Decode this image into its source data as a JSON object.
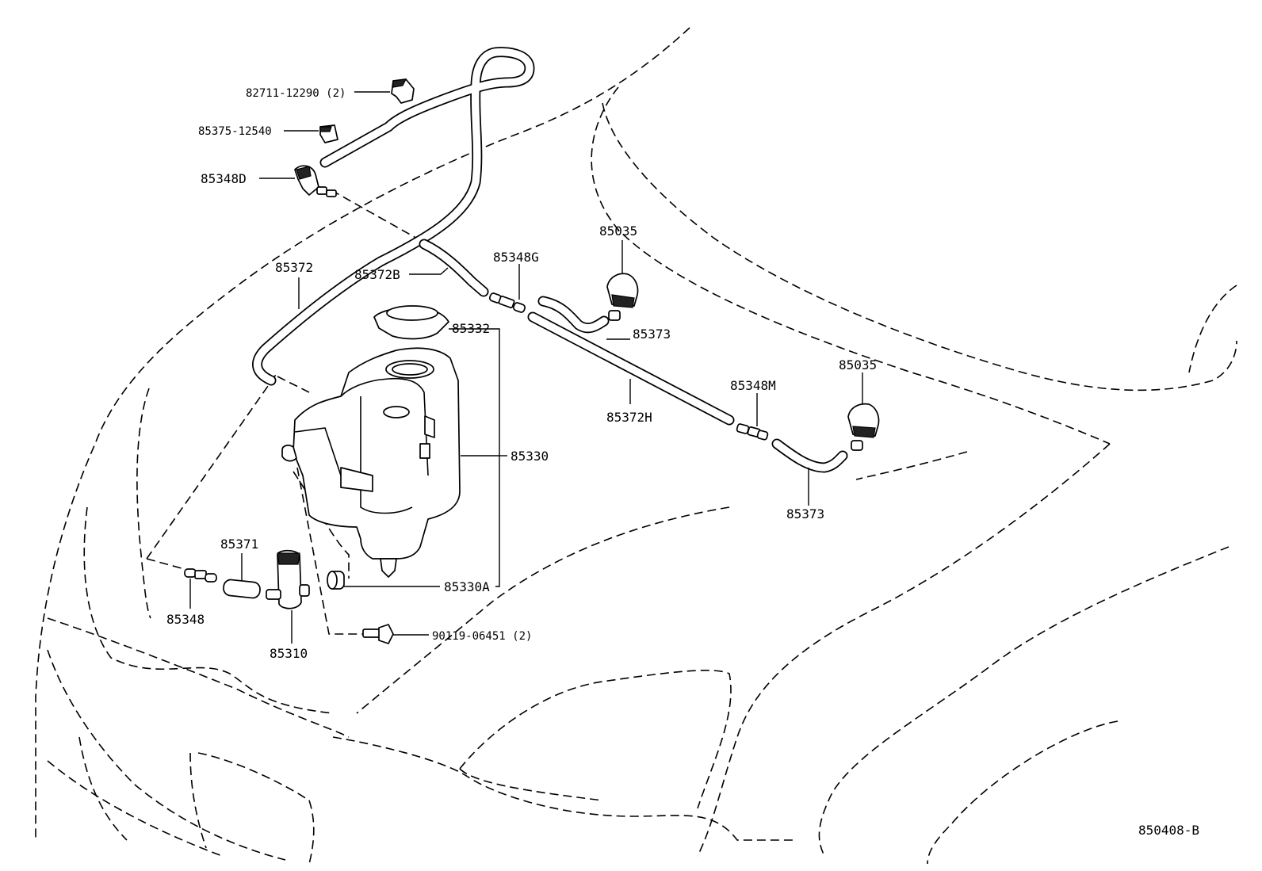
{
  "diagram_id": "850408-B",
  "parts": {
    "clip_82711": "82711-12290 (2)",
    "clamp_85375": "85375-12540",
    "joint_85348D": "85348D",
    "hose_85372": "85372",
    "hose_85372B": "85372B",
    "joint_85348G": "85348G",
    "nozzle_85035_a": "85035",
    "hose_85373_a": "85373",
    "cap_85332": "85332",
    "nozzle_85035_b": "85035",
    "joint_85348M": "85348M",
    "hose_85372H": "85372H",
    "tank_85330": "85330",
    "hose_85373_b": "85373",
    "hose_85371": "85371",
    "grommet_85330A": "85330A",
    "joint_85348": "85348",
    "pump_85310": "85310",
    "bolt_90119": "90119-06451 (2)"
  }
}
